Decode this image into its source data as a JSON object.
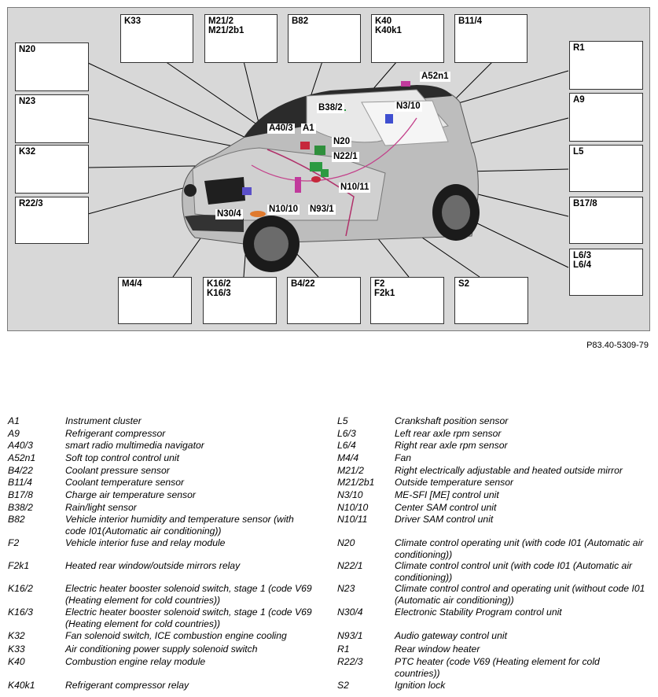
{
  "figure_id": "P83.40-5309-79",
  "callouts": {
    "N20": {
      "line1": "N20"
    },
    "N23": {
      "line1": "N23"
    },
    "K32": {
      "line1": "K32"
    },
    "R22_3": {
      "line1": "R22/3"
    },
    "K33": {
      "line1": "K33"
    },
    "M21": {
      "line1": "M21/2",
      "line2": "M21/2b1"
    },
    "B82": {
      "line1": "B82"
    },
    "K40": {
      "line1": "K40",
      "line2": "K40k1"
    },
    "B11_4": {
      "line1": "B11/4"
    },
    "R1": {
      "line1": "R1"
    },
    "A9": {
      "line1": "A9"
    },
    "L5": {
      "line1": "L5"
    },
    "B17_8": {
      "line1": "B17/8"
    },
    "L6": {
      "line1": "L6/3",
      "line2": "L6/4"
    },
    "M4_4": {
      "line1": "M4/4"
    },
    "K16": {
      "line1": "K16/2",
      "line2": "K16/3"
    },
    "B4_22": {
      "line1": "B4/22"
    },
    "F2": {
      "line1": "F2",
      "line2": "F2k1"
    },
    "S2": {
      "line1": "S2"
    }
  },
  "car_tags": {
    "A52n1": "A52n1",
    "B38_2": "B38/2",
    "N3_10": "N3/10",
    "A40_3": "A40/3",
    "A1": "A1",
    "N20": "N20",
    "N22_1": "N22/1",
    "N10_11": "N10/11",
    "N30_4": "N30/4",
    "N10_10": "N10/10",
    "N93_1": "N93/1"
  },
  "legend_left": [
    {
      "code": "A1",
      "desc": "Instrument cluster"
    },
    {
      "code": "A9",
      "desc": "Refrigerant compressor"
    },
    {
      "code": "A40/3",
      "desc": "smart radio multimedia navigator"
    },
    {
      "code": "A52n1",
      "desc": "Soft top control control unit"
    },
    {
      "code": "B4/22",
      "desc": "Coolant pressure sensor"
    },
    {
      "code": "B11/4",
      "desc": "Coolant temperature sensor"
    },
    {
      "code": "B17/8",
      "desc": "Charge air temperature sensor"
    },
    {
      "code": "B38/2",
      "desc": "Rain/light sensor"
    },
    {
      "code": "B82",
      "desc": "Vehicle interior humidity and temperature sensor (with code I01(Automatic air conditioning))"
    },
    {
      "code": "F2",
      "desc": "Vehicle interior fuse and relay module"
    },
    {
      "code": "F2k1",
      "desc": "Heated rear window/outside mirrors relay"
    },
    {
      "code": "K16/2",
      "desc": "Electric heater booster solenoid switch, stage 1 (code V69 (Heating element for cold countries))"
    },
    {
      "code": "K16/3",
      "desc": "Electric heater booster solenoid switch, stage 1 (code V69 (Heating element for cold countries))"
    },
    {
      "code": "K32",
      "desc": "Fan solenoid switch, ICE combustion engine cooling"
    },
    {
      "code": "K33",
      "desc": "Air conditioning power supply solenoid switch"
    },
    {
      "code": "K40",
      "desc": "Combustion engine relay module"
    },
    {
      "code": "K40k1",
      "desc": "Refrigerant compressor relay"
    }
  ],
  "legend_right": [
    {
      "code": "L5",
      "desc": "Crankshaft position sensor"
    },
    {
      "code": "L6/3",
      "desc": "Left rear axle rpm sensor"
    },
    {
      "code": "L6/4",
      "desc": "Right rear axle rpm sensor"
    },
    {
      "code": "M4/4",
      "desc": "Fan"
    },
    {
      "code": "M21/2",
      "desc": "Right electrically adjustable and heated outside mirror"
    },
    {
      "code": "M21/2b1",
      "desc": "Outside temperature sensor"
    },
    {
      "code": "N3/10",
      "desc": "ME-SFI [ME] control unit"
    },
    {
      "code": "N10/10",
      "desc": "Center SAM control unit"
    },
    {
      "code": "N10/11",
      "desc": "Driver SAM control unit"
    },
    {
      "code": "N20",
      "desc": "Climate control operating unit (with code I01 (Automatic air conditioning))"
    },
    {
      "code": "N22/1",
      "desc": "Climate control control unit (with code I01 (Automatic air conditioning))"
    },
    {
      "code": "N23",
      "desc": "Climate control control and operating unit (without code I01 (Automatic air conditioning))"
    },
    {
      "code": "N30/4",
      "desc": "Electronic Stability Program control unit"
    },
    {
      "code": "N93/1",
      "desc": "Audio gateway control unit"
    },
    {
      "code": "R1",
      "desc": "Rear window heater"
    },
    {
      "code": "R22/3",
      "desc": "PTC heater (code V69 (Heating element for cold countries))"
    },
    {
      "code": "S2",
      "desc": "Ignition lock"
    }
  ]
}
